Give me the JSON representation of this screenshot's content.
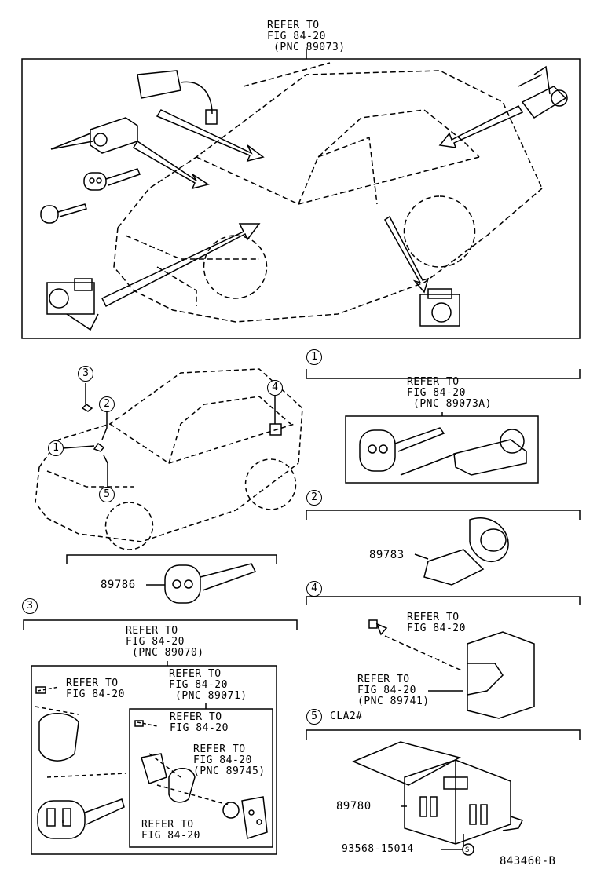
{
  "header_ref": {
    "line1": "REFER TO",
    "line2": "FIG 84-20",
    "line3": "(PNC 89073)"
  },
  "callouts": {
    "c1": "1",
    "c2": "2",
    "c3": "3",
    "c4": "4",
    "c5": "5"
  },
  "section1": {
    "num": "1",
    "ref": {
      "line1": "REFER TO",
      "line2": "FIG 84-20",
      "line3": "(PNC 89073A)"
    }
  },
  "section2": {
    "num": "2",
    "part": "89783"
  },
  "key_part": "89786",
  "section3": {
    "num": "3",
    "outer_ref": {
      "line1": "REFER TO",
      "line2": "FIG 84-20",
      "line3": "(PNC 89070)"
    },
    "screw_ref": {
      "line1": "REFER TO",
      "line2": "FIG 84-20"
    },
    "inner_ref": {
      "line1": "REFER TO",
      "line2": "FIG 84-20",
      "line3": "(PNC 89071)"
    },
    "inner_screw_ref": {
      "line1": "REFER TO",
      "line2": "FIG 84-20"
    },
    "battery_ref": {
      "line1": "REFER TO",
      "line2": "FIG 84-20",
      "line3": "(PNC 89745)"
    },
    "bottom_ref": {
      "line1": "REFER TO",
      "line2": "FIG 84-20"
    }
  },
  "section4": {
    "num": "4",
    "bolt_ref": {
      "line1": "REFER TO",
      "line2": "FIG 84-20"
    },
    "unit_ref": {
      "line1": "REFER TO",
      "line2": "FIG 84-20",
      "line3": "(PNC 89741)"
    }
  },
  "section5": {
    "num": "5",
    "code": "CLA2#",
    "part": "89780",
    "screw_part": "93568-15014",
    "screw_symbol": "S"
  },
  "figure_id": "843460-B"
}
